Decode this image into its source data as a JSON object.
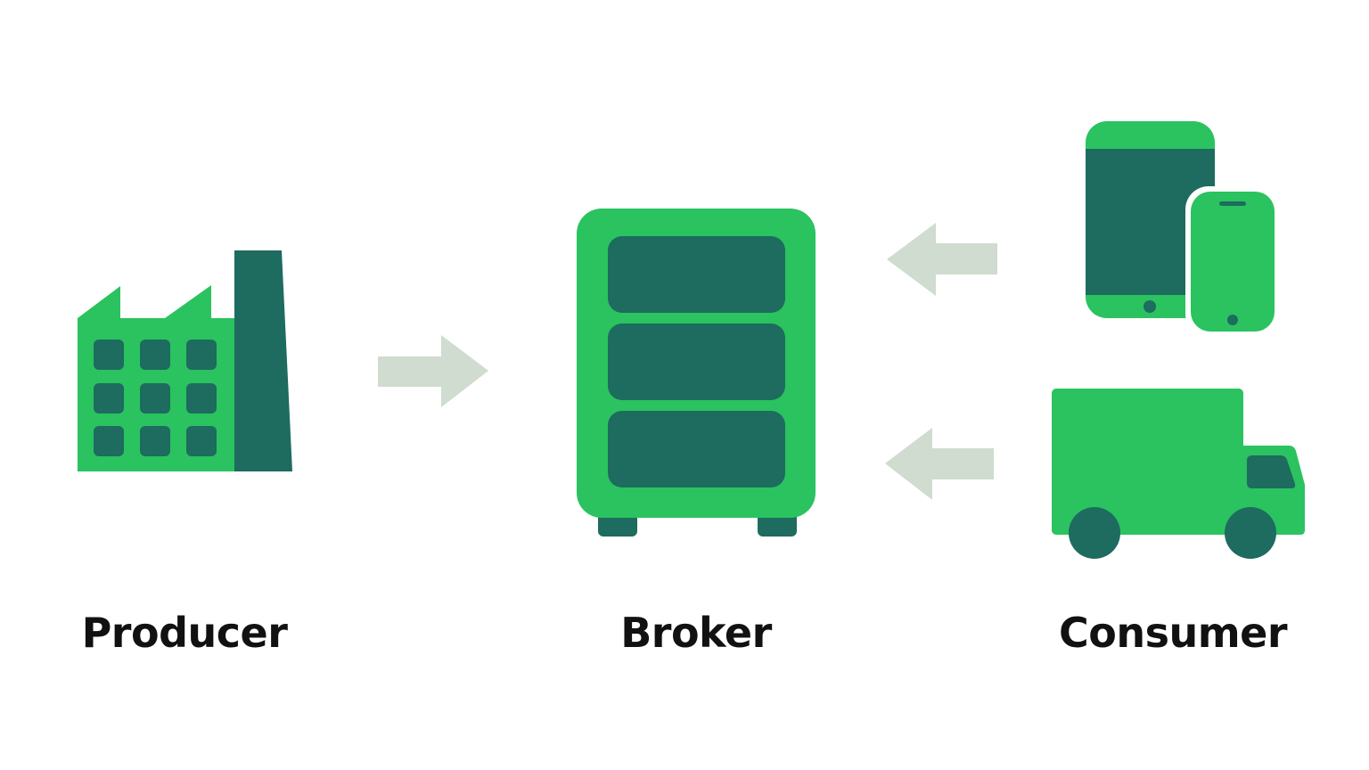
{
  "colors": {
    "background": "#ffffff",
    "bright_green": "#2ac35f",
    "dark_teal": "#1e6b5f",
    "arrow": "#cfdccf",
    "text": "#111111"
  },
  "nodes": {
    "producer": {
      "label": "Producer",
      "icon": "factory-icon"
    },
    "broker": {
      "label": "Broker",
      "icon": "server-rack-icon"
    },
    "consumer": {
      "label": "Consumer",
      "icons": [
        "tablet-icon",
        "smartphone-icon",
        "delivery-truck-icon"
      ]
    }
  },
  "edges": [
    {
      "from": "producer",
      "to": "broker",
      "icon": "arrow-right-icon"
    },
    {
      "from": "consumer",
      "to": "broker",
      "icon": "arrow-left-icon"
    },
    {
      "from": "consumer",
      "to": "broker",
      "icon": "arrow-left-icon"
    }
  ]
}
